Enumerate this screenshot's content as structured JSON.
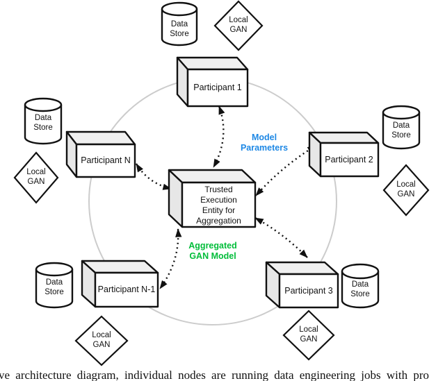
{
  "figure": {
    "title_semantic": "federated GAN architecture diagram",
    "center_label": "Trusted\nExecution\nEntity for\nAggregation",
    "participants": {
      "p1": "Participant 1",
      "p2": "Participant 2",
      "p3": "Participant 3",
      "pn_minus_1": "Participant N-1",
      "pn": "Participant N"
    },
    "data_store_label": "Data\nStore",
    "local_gan_label": "Local\nGAN",
    "flow_labels": {
      "model_parameters": "Model\nParameters",
      "aggregated_gan_model": "Aggregated\nGAN Model"
    },
    "colors": {
      "model_parameters_blue": "#1E88E5",
      "aggregated_green": "#00BD39",
      "circle_gray": "#CCCCCC",
      "cube_top_fill": "#F0F0F0",
      "cube_side_fill": "#E7E7E7",
      "stroke_black": "#111111"
    }
  },
  "caption": "ve architecture diagram, individual nodes are running data engineering jobs with pro"
}
